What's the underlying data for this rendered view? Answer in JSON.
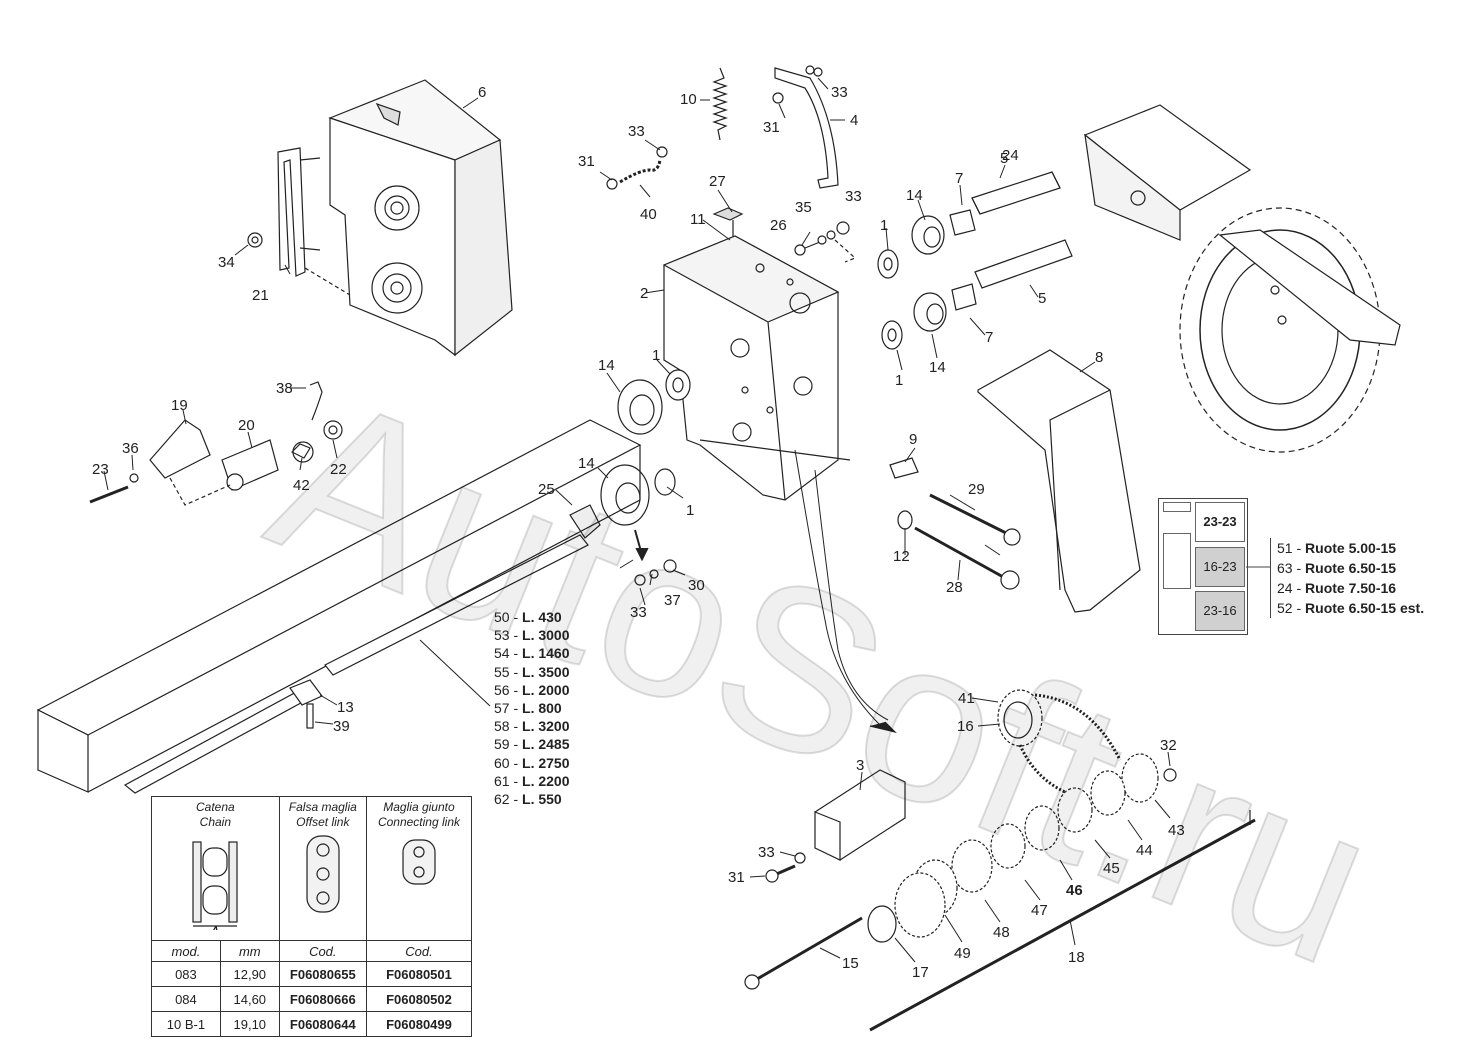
{
  "watermark": "AutoSoft.ru",
  "part_labels": [
    "1",
    "1",
    "1",
    "1",
    "2",
    "3",
    "4",
    "5",
    "5",
    "6",
    "7",
    "7",
    "8",
    "9",
    "10",
    "11",
    "12",
    "13",
    "14",
    "14",
    "14",
    "14",
    "15",
    "16",
    "17",
    "18",
    "19",
    "20",
    "21",
    "22",
    "23",
    "24",
    "25",
    "26",
    "27",
    "28",
    "29",
    "30",
    "31",
    "31",
    "31",
    "32",
    "33",
    "33",
    "33",
    "33",
    "33",
    "34",
    "35",
    "36",
    "37",
    "38",
    "39",
    "40",
    "41",
    "42",
    "43",
    "44",
    "45",
    "46",
    "47",
    "48",
    "49"
  ],
  "lengths": [
    {
      "code": "50",
      "length": "L. 430"
    },
    {
      "code": "53",
      "length": "L. 3000"
    },
    {
      "code": "54",
      "length": "L. 1460"
    },
    {
      "code": "55",
      "length": "L. 3500"
    },
    {
      "code": "56",
      "length": "L. 2000"
    },
    {
      "code": "57",
      "length": "L. 800"
    },
    {
      "code": "58",
      "length": "L. 3200"
    },
    {
      "code": "59",
      "length": "L. 2485"
    },
    {
      "code": "60",
      "length": "L. 2750"
    },
    {
      "code": "61",
      "length": "L. 2200"
    },
    {
      "code": "62",
      "length": "L. 550"
    }
  ],
  "wheel_ratios": [
    "23-23",
    "16-23",
    "23-16"
  ],
  "wheels": [
    {
      "code": "51",
      "name": "Ruote 5.00-15"
    },
    {
      "code": "63",
      "name": "Ruote 6.50-15"
    },
    {
      "code": "24",
      "name": "Ruote 7.50-16"
    },
    {
      "code": "52",
      "name": "Ruote 6.50-15 est."
    }
  ],
  "chain_table": {
    "headers": [
      {
        "it": "Catena",
        "en": "Chain"
      },
      {
        "it": "Falsa maglia",
        "en": "Offset link"
      },
      {
        "it": "Maglia giunto",
        "en": "Connecting link"
      }
    ],
    "dimension_label": "A",
    "sub_headers": [
      "mod.",
      "mm",
      "Cod.",
      "Cod."
    ],
    "rows": [
      [
        "083",
        "12,90",
        "F06080655",
        "F06080501"
      ],
      [
        "084",
        "14,60",
        "F06080666",
        "F06080502"
      ],
      [
        "10 B-1",
        "19,10",
        "F06080644",
        "F06080499"
      ]
    ]
  }
}
